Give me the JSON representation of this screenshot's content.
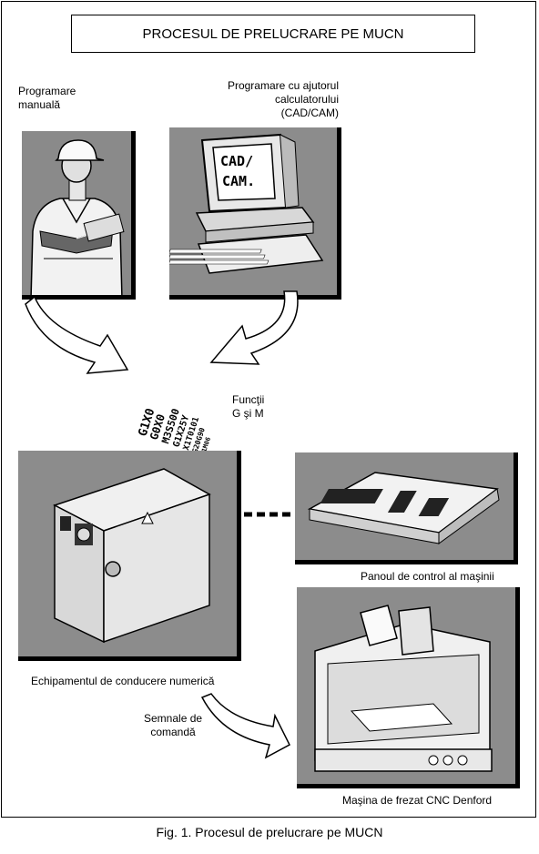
{
  "title": "PROCESUL DE PRELUCRARE PE MUCN",
  "labels": {
    "manual": "Programare\nmanuală",
    "cadcam": "Programare cu ajutorul\ncalculatorului\n(CAD/CAM)",
    "functions": "Funcţii\nG şi M",
    "cnc_equipment": "Echipamentul de conducere numerică",
    "control_panel": "Panoul de control al maşinii",
    "signals": "Semnale de\ncomandă",
    "machine": "Maşina de frezat CNC Denford"
  },
  "screen_text": [
    "CAD/",
    "CAM."
  ],
  "code_lines": [
    "G1X0",
    "G0X0",
    "M3S500",
    "G1X25Y",
    "X1T0101",
    "G20G90",
    "N1M06"
  ],
  "caption": "Fig. 1.  Procesul de prelucrare pe MUCN"
}
